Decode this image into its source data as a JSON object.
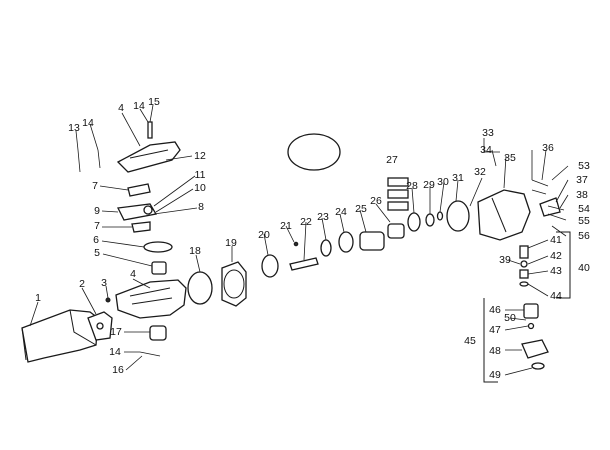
{
  "diagram": {
    "background": "#ffffff",
    "ink": "#1a1a1a",
    "callouts": [
      "1",
      "2",
      "3",
      "4",
      "4",
      "5",
      "6",
      "7",
      "7",
      "8",
      "9",
      "10",
      "11",
      "12",
      "13",
      "14",
      "14",
      "14",
      "15",
      "16",
      "17",
      "18",
      "19",
      "20",
      "21",
      "22",
      "23",
      "24",
      "25",
      "26",
      "27",
      "28",
      "29",
      "30",
      "31",
      "32",
      "33",
      "34",
      "35",
      "36",
      "37",
      "38",
      "39",
      "40",
      "41",
      "42",
      "43",
      "44",
      "45",
      "46",
      "47",
      "48",
      "49",
      "50",
      "53",
      "54",
      "55",
      "56"
    ]
  }
}
